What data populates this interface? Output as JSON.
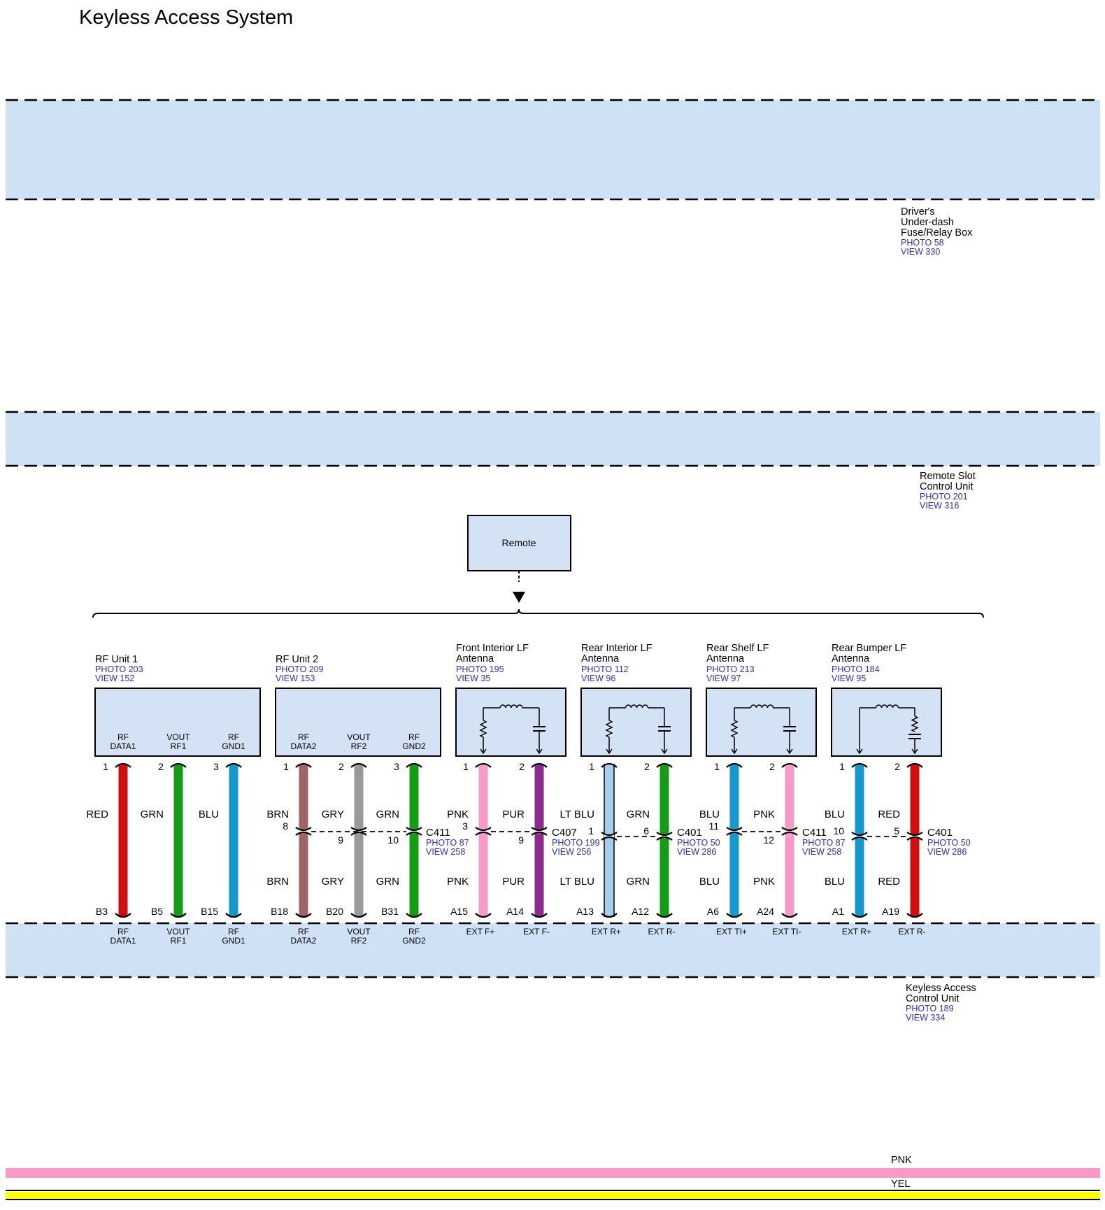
{
  "title": "Keyless Access System",
  "colors": {
    "zone_fill": "#cfe2f5",
    "box_fill": "#d3e3f5",
    "RED": "#d10f0f",
    "GRN": "#159c15",
    "BLU": "#1598cc",
    "BRN": "#a06464",
    "GRY": "#999999",
    "PNK": "#f79ac7",
    "PUR": "#8e2a8e",
    "LTBLU": "#a7cdf2",
    "YEL": "#ffff00",
    "link": "#2b2bd6"
  },
  "components": {
    "fuse_box": {
      "lines": [
        "Driver's",
        "Under-dash",
        "Fuse/Relay Box"
      ],
      "photo": "PHOTO 58",
      "view": "VIEW 330"
    },
    "remote_slot": {
      "lines": [
        "Remote Slot",
        "Control Unit"
      ],
      "photo": "PHOTO 201",
      "view": "VIEW 316"
    },
    "remote": {
      "label": "Remote"
    },
    "keyless_unit": {
      "lines": [
        "Keyless Access",
        "Control Unit"
      ],
      "photo": "PHOTO 189",
      "view": "VIEW 334"
    },
    "devices": [
      {
        "name": [
          "RF Unit 1"
        ],
        "photo": "PHOTO 203",
        "view": "VIEW 152",
        "pins": [
          [
            "RF",
            "DATA1"
          ],
          [
            "VOUT",
            "RF1"
          ],
          [
            "RF",
            "GND1"
          ]
        ]
      },
      {
        "name": [
          "RF Unit 2"
        ],
        "photo": "PHOTO 209",
        "view": "VIEW 153",
        "pins": [
          [
            "RF",
            "DATA2"
          ],
          [
            "VOUT",
            "RF2"
          ],
          [
            "RF",
            "GND2"
          ]
        ]
      },
      {
        "name": [
          "Front Interior LF",
          "Antenna"
        ],
        "photo": "PHOTO 195",
        "view": "VIEW 35"
      },
      {
        "name": [
          "Rear Interior LF",
          "Antenna"
        ],
        "photo": "PHOTO 112",
        "view": "VIEW 96"
      },
      {
        "name": [
          "Rear Shelf LF",
          "Antenna"
        ],
        "photo": "PHOTO 213",
        "view": "VIEW 97"
      },
      {
        "name": [
          "Rear Bumper LF",
          "Antenna"
        ],
        "photo": "PHOTO 184",
        "view": "VIEW 95"
      }
    ]
  },
  "connectors": [
    {
      "name": "C411",
      "photo": "PHOTO 87",
      "view": "VIEW 258"
    },
    {
      "name": "C407",
      "photo": "PHOTO 199",
      "view": "VIEW 256"
    },
    {
      "name": "C401",
      "photo": "PHOTO 50",
      "view": "VIEW 286"
    },
    {
      "name": "C411",
      "photo": "PHOTO 87",
      "view": "VIEW 258"
    },
    {
      "name": "C401",
      "photo": "PHOTO 50",
      "view": "VIEW 286"
    }
  ],
  "wires": [
    {
      "top_pin": "1",
      "color": "RED",
      "mid": "",
      "mid2": "",
      "bottom_label": "",
      "bottom_pin": "B3",
      "unit_pin": [
        "RF",
        "DATA1"
      ]
    },
    {
      "top_pin": "2",
      "color": "GRN",
      "mid": "",
      "mid2": "",
      "bottom_label": "",
      "bottom_pin": "B5",
      "unit_pin": [
        "VOUT",
        "RF1"
      ]
    },
    {
      "top_pin": "3",
      "color": "BLU",
      "mid": "",
      "mid2": "",
      "bottom_label": "",
      "bottom_pin": "B15",
      "unit_pin": [
        "RF",
        "GND1"
      ]
    },
    {
      "top_pin": "1",
      "color": "BRN",
      "mid": "8",
      "mid2": "",
      "bottom_label": "BRN",
      "bottom_pin": "B18",
      "unit_pin": [
        "RF",
        "DATA2"
      ]
    },
    {
      "top_pin": "2",
      "color": "GRY",
      "mid": "9",
      "mid2": "",
      "bottom_label": "GRY",
      "bottom_pin": "B20",
      "unit_pin": [
        "VOUT",
        "RF2"
      ]
    },
    {
      "top_pin": "3",
      "color": "GRN",
      "mid": "10",
      "mid2": "",
      "bottom_label": "GRN",
      "bottom_pin": "B31",
      "unit_pin": [
        "RF",
        "GND2"
      ]
    },
    {
      "top_pin": "1",
      "color": "PNK",
      "mid": "3",
      "mid2": "",
      "bottom_label": "PNK",
      "bottom_pin": "A15",
      "unit_pin": [
        "EXT F+"
      ]
    },
    {
      "top_pin": "2",
      "color": "PUR",
      "mid": "9",
      "mid2": "",
      "bottom_label": "PUR",
      "bottom_pin": "A14",
      "unit_pin": [
        "EXT F-"
      ]
    },
    {
      "top_pin": "1",
      "color": "LT BLU",
      "mid": "1",
      "mid2": "",
      "bottom_label": "LT BLU",
      "bottom_pin": "A13",
      "unit_pin": [
        "EXT R+"
      ]
    },
    {
      "top_pin": "2",
      "color": "GRN",
      "mid": "6",
      "mid2": "",
      "bottom_label": "GRN",
      "bottom_pin": "A12",
      "unit_pin": [
        "EXT R-"
      ]
    },
    {
      "top_pin": "1",
      "color": "BLU",
      "mid": "11",
      "mid2": "",
      "bottom_label": "BLU",
      "bottom_pin": "A6",
      "unit_pin": [
        "EXT TI+"
      ]
    },
    {
      "top_pin": "2",
      "color": "PNK",
      "mid": "12",
      "mid2": "",
      "bottom_label": "PNK",
      "bottom_pin": "A24",
      "unit_pin": [
        "EXT TI-"
      ]
    },
    {
      "top_pin": "1",
      "color": "BLU",
      "mid": "10",
      "mid2": "",
      "bottom_label": "BLU",
      "bottom_pin": "A1",
      "unit_pin": [
        "EXT R+"
      ]
    },
    {
      "top_pin": "2",
      "color": "RED",
      "mid": "5",
      "mid2": "",
      "bottom_label": "RED",
      "bottom_pin": "A19",
      "unit_pin": [
        "EXT R-"
      ]
    }
  ],
  "legend": [
    {
      "label": "PNK",
      "color": "#f79ac7"
    },
    {
      "label": "YEL",
      "color": "#ffff00"
    }
  ]
}
